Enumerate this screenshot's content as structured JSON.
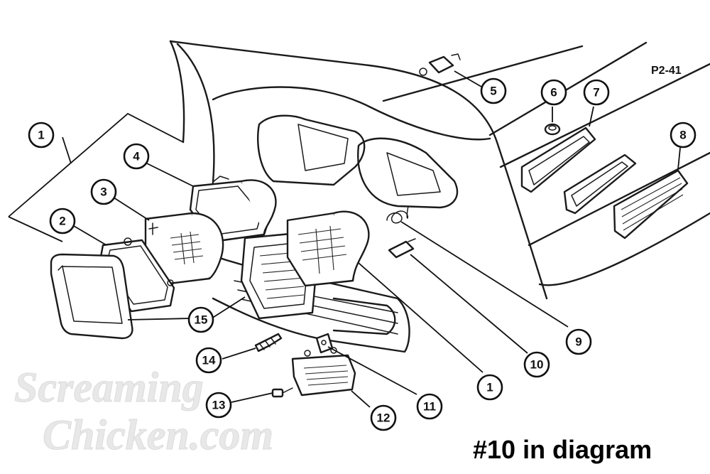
{
  "diagram": {
    "reference_code": "P2-41",
    "caption": "#10 in diagram",
    "watermark": {
      "line1": "Screaming",
      "line2": "Chicken.com"
    },
    "callouts": [
      "1",
      "2",
      "3",
      "4",
      "5",
      "6",
      "7",
      "8",
      "9",
      "10",
      "1",
      "11",
      "12",
      "13",
      "14",
      "15"
    ]
  }
}
